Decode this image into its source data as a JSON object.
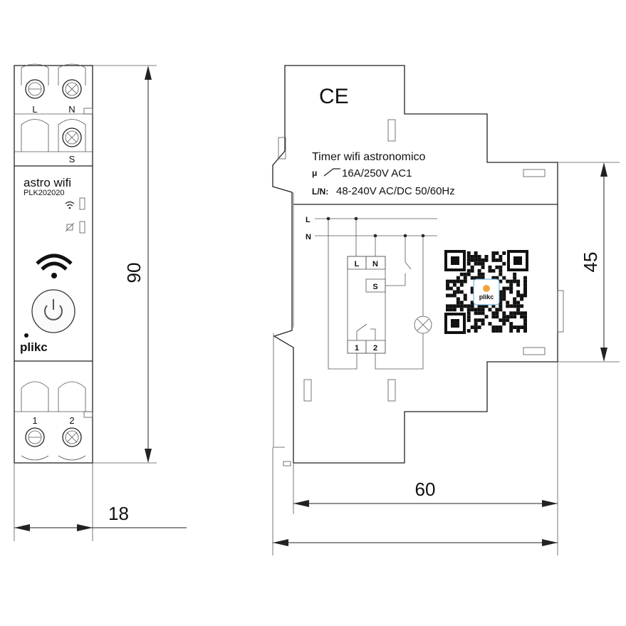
{
  "front": {
    "terminal_top": {
      "l": "L",
      "n": "N",
      "s": "S"
    },
    "model_name": "astro wifi",
    "model_code": "PLK202020",
    "brand": "plikc",
    "terminal_bottom": {
      "one": "1",
      "two": "2"
    }
  },
  "side": {
    "ce_mark": "CE",
    "title": "Timer wifi astronomico",
    "rating_symbol": "μ",
    "rating": "16A/250V AC1",
    "supply_label": "L/N:",
    "supply": "48-240V AC/DC 50/60Hz",
    "qr_logo": "plikc",
    "schematic": {
      "line_l": "L",
      "line_n": "N",
      "term_l": "L",
      "term_n": "N",
      "term_s": "S",
      "term_1": "1",
      "term_2": "2"
    }
  },
  "dimensions": {
    "height_total": "90",
    "width_front": "18",
    "height_front": "45",
    "depth_body": "60"
  },
  "colors": {
    "line": "#222222",
    "background": "#ffffff"
  }
}
